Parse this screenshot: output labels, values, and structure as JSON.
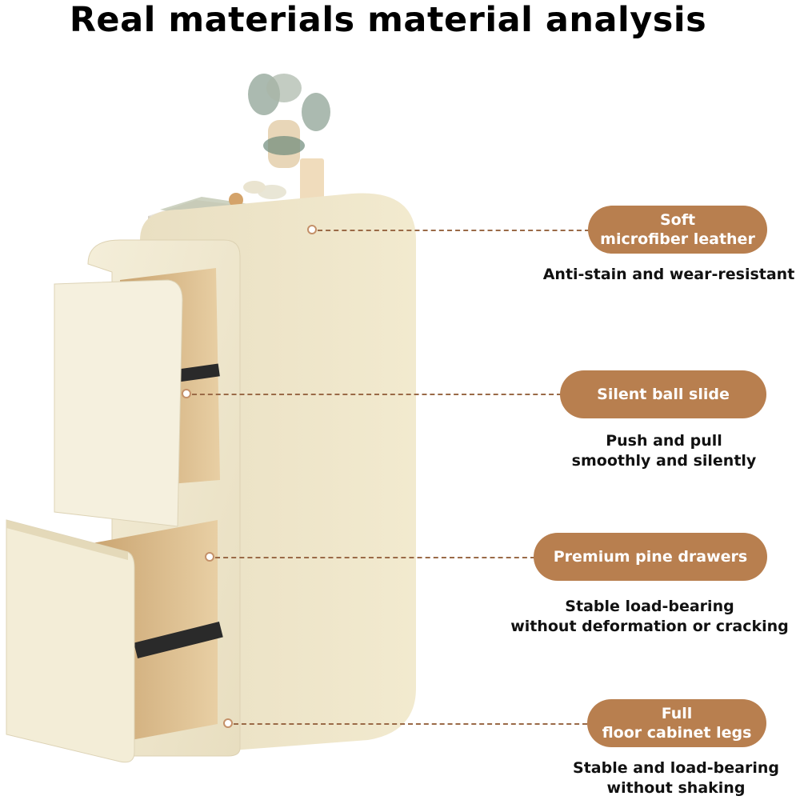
{
  "title": "Real materials material analysis",
  "features": [
    {
      "label_line1": "Soft",
      "label_line2": "microfiber leather",
      "desc_line1": "Anti-stain and wear-resistant",
      "desc_line2": ""
    },
    {
      "label_line1": "Silent ball slide",
      "label_line2": "",
      "desc_line1": "Push and pull",
      "desc_line2": "smoothly and silently"
    },
    {
      "label_line1": "Premium pine drawers",
      "label_line2": "",
      "desc_line1": "Stable load-bearing",
      "desc_line2": "without deformation or cracking"
    },
    {
      "label_line1": "Full",
      "label_line2": "floor cabinet legs",
      "desc_line1": "Stable and load-bearing",
      "desc_line2": "without shaking"
    }
  ],
  "colors": {
    "pill": "#b87f4f",
    "cabinet": "#efe6cc",
    "wood": "#dcc192",
    "leader": "#9a6a47"
  }
}
